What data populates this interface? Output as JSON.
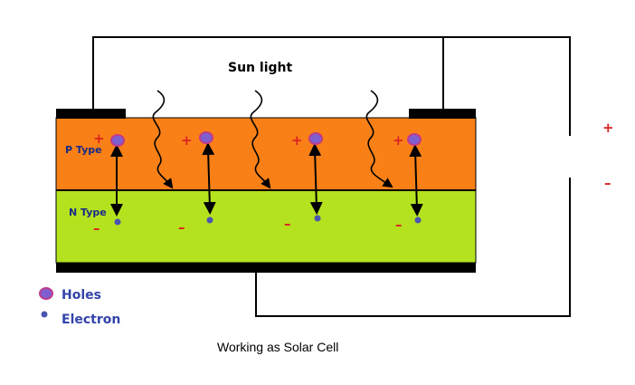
{
  "diagram": {
    "sunlight_label": "Sun light",
    "p_layer": {
      "label": "P Type",
      "color": "#f88017"
    },
    "n_layer": {
      "label": "N Type",
      "color": "#b5e21f"
    },
    "contact_color": "#000000",
    "hole_symbol": "+",
    "electron_symbol": "–",
    "terminal_positive": "+",
    "terminal_negative": "–",
    "legend": {
      "holes_label": "Holes",
      "electron_label": "Electron",
      "text_color": "#3344aa"
    },
    "caption": "Working as Solar Cell",
    "colors": {
      "hole_fill": "#7e5fd0",
      "hole_ring": "#c0398a",
      "electron_fill": "#4a55b0",
      "charge_sign": "#dd2222",
      "wire": "#000000"
    }
  }
}
